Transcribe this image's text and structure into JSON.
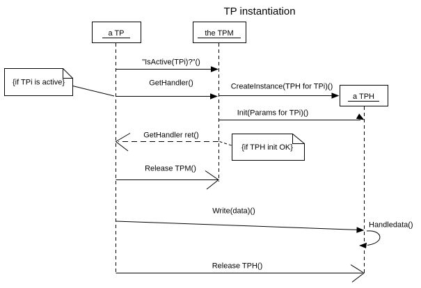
{
  "title": "TP instantiation",
  "colors": {
    "ink": "#000000",
    "background": "#ffffff"
  },
  "participants": [
    {
      "label": "a TP"
    },
    {
      "label": "the TPM"
    },
    {
      "label": "a TPH"
    }
  ],
  "messages": [
    {
      "label": "\"IsActive(TPi)?\"()",
      "from": "a TP",
      "to": "the TPM",
      "line": "solid",
      "arrowhead": "filled"
    },
    {
      "label": "GetHandler()",
      "from": "a TP",
      "to": "the TPM",
      "line": "solid",
      "arrowhead": "filled"
    },
    {
      "label": "CreateInstance(TPH for TPi)()",
      "from": "the TPM",
      "to": "a TPH",
      "line": "solid",
      "arrowhead": "filled"
    },
    {
      "label": "Init(Params for TPi)()",
      "from": "the TPM",
      "to": "a TPH",
      "line": "solid",
      "arrowhead": "filled"
    },
    {
      "label": "GetHandler ret()",
      "from": "the TPM",
      "to": "a TP",
      "line": "dashed",
      "arrowhead": "open"
    },
    {
      "label": "Release TPM()",
      "from": "a TP",
      "to": "the TPM",
      "line": "solid",
      "arrowhead": "open"
    },
    {
      "label": "Write(data)()",
      "from": "a TP",
      "to": "a TPH",
      "line": "solid",
      "arrowhead": "filled"
    },
    {
      "label": "Handledata()",
      "from": "a TPH",
      "to": "a TPH",
      "line": "solid",
      "arrowhead": "filled"
    },
    {
      "label": "Release TPH()",
      "from": "a TP",
      "to": "a TPH",
      "line": "solid",
      "arrowhead": "open"
    }
  ],
  "notes": [
    {
      "text": "{if TPi is active}",
      "attached_to": "GetHandler()"
    },
    {
      "text": "{if TPH init OK}",
      "attached_to": "GetHandler ret()"
    }
  ]
}
